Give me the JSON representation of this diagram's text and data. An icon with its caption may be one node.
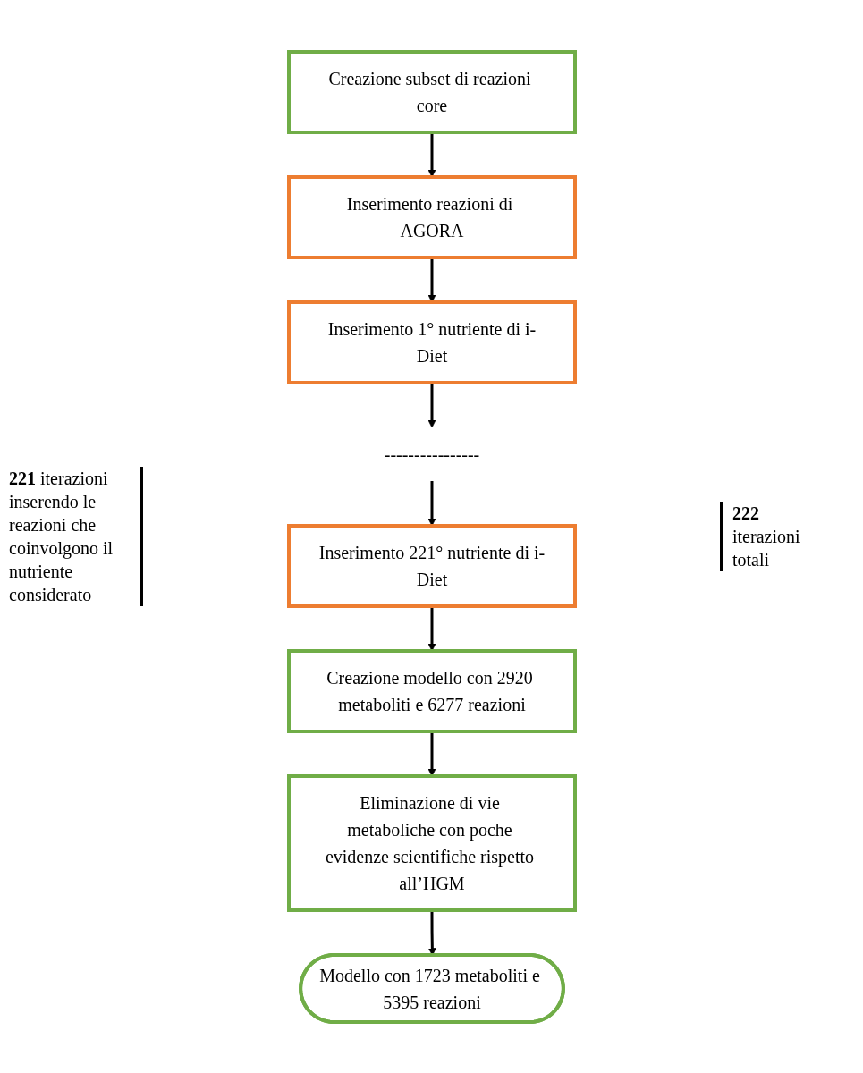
{
  "diagram": {
    "nodes": [
      {
        "text": [
          "Creazione subset di reazioni core"
        ]
      },
      {
        "text": [
          "Inserimento reazioni di AGORA"
        ]
      },
      {
        "text": [
          "Inserimento 1° nutriente di i-Diet"
        ]
      },
      {
        "text": [
          "----------------"
        ]
      },
      {
        "text": [
          "Inserimento 221° nutriente di i-Diet"
        ]
      },
      {
        "text": [
          "Creazione modello con 2920 metaboliti e 6277 reazioni"
        ]
      },
      {
        "text": [
          "Eliminazione di vie metaboliche con poche evidenze scientifiche rispetto all’HGM"
        ]
      },
      {
        "text": [
          "Modello con 1723 metaboliti e 5395 reazioni"
        ]
      }
    ],
    "edges": [
      {
        "from": 0,
        "to": 1,
        "arrow": "to"
      },
      {
        "from": 1,
        "to": 2,
        "arrow": "to"
      },
      {
        "from": 2,
        "to": 3,
        "arrow": "to"
      },
      {
        "from": 3,
        "to": 4,
        "arrow": "to"
      },
      {
        "from": 4,
        "to": 5,
        "arrow": "to"
      },
      {
        "from": 5,
        "to": 6,
        "arrow": "to"
      },
      {
        "from": 6,
        "to": 7,
        "arrow": "to"
      }
    ],
    "labels": [
      "**221** iterazioni inserendo le reazioni che coinvolgono il nutriente considerato",
      "**222** iterazioni totali"
    ]
  }
}
